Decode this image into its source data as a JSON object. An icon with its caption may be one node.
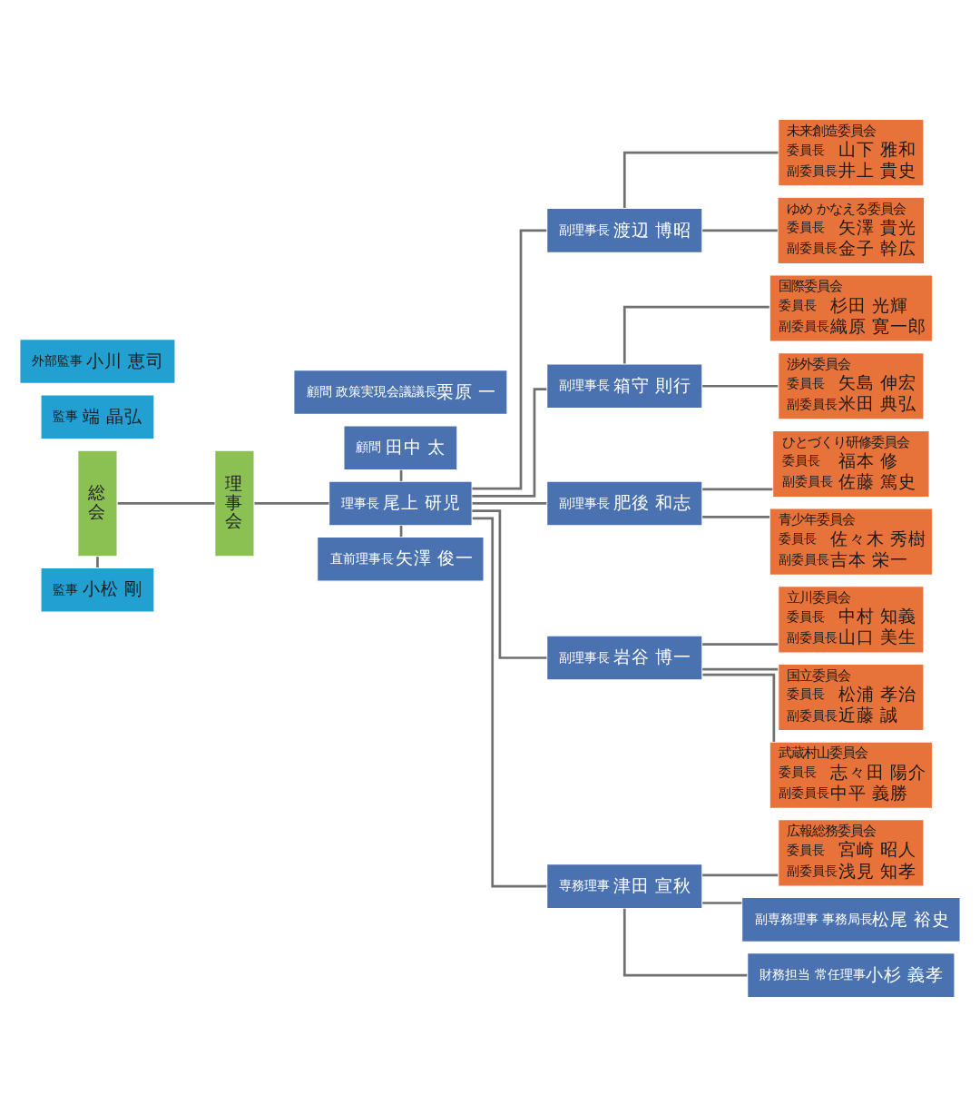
{
  "diagram": {
    "nodes": [
      {
        "text": [
          "総会"
        ]
      },
      {
        "text": [
          "理事会"
        ]
      },
      {
        "text": [
          "顧問 政策実現会議議長",
          "栗原 一"
        ]
      },
      {
        "text": [
          "顧問",
          "田中 太"
        ]
      },
      {
        "text": [
          "理事長",
          "尾上 研児"
        ]
      },
      {
        "text": [
          "直前理事長",
          "矢澤 俊一"
        ]
      },
      {
        "text": [
          "監事",
          "小松 剛"
        ]
      },
      {
        "text": [
          "監事",
          "端 晶弘"
        ]
      },
      {
        "text": [
          "外部監事",
          "小川 恵司"
        ]
      },
      {
        "text": [
          "副理事長",
          "渡辺 博昭"
        ]
      },
      {
        "text": [
          "未来創造委員会",
          "委員長",
          "山下 雅和",
          "副委員長",
          "井上 貴史"
        ]
      },
      {
        "text": [
          "ゆめ かなえる委員会",
          "委員長",
          "矢澤 貴光",
          "副委員長",
          "金子 幹広"
        ]
      },
      {
        "text": [
          "副理事長",
          "箱守 則行"
        ]
      },
      {
        "text": [
          "国際委員会",
          "委員長",
          "杉田 光輝",
          "副委員長",
          "織原 寛一郎"
        ]
      },
      {
        "text": [
          "渉外委員会",
          "委員長",
          "矢島 伸宏",
          "副委員長",
          "米田 典弘"
        ]
      },
      {
        "text": [
          "副理事長",
          "肥後 和志"
        ]
      },
      {
        "text": [
          "ひとづくり研修委員会",
          "委員長",
          "福本 修",
          "副委員長",
          "佐藤 篤史"
        ]
      },
      {
        "text": [
          "青少年委員会",
          "委員長",
          "佐々木 秀樹",
          "副委員長",
          "吉本 栄一"
        ]
      },
      {
        "text": [
          "副理事長",
          "岩谷 博一"
        ]
      },
      {
        "text": [
          "立川委員会",
          "委員長",
          "中村 知義",
          "副委員長",
          "山口 美生"
        ]
      },
      {
        "text": [
          "国立委員会",
          "委員長",
          "松浦 孝治",
          "副委員長",
          "近藤 誠"
        ]
      },
      {
        "text": [
          "武蔵村山委員会",
          "委員長",
          "志々田 陽介",
          "副委員長",
          "中平 義勝"
        ]
      },
      {
        "text": [
          "専務理事",
          "津田 宣秋"
        ]
      },
      {
        "text": [
          "広報総務委員会",
          "委員長",
          "宮崎 昭人",
          "副委員長",
          "浅見 知孝"
        ]
      },
      {
        "text": [
          "副専務理事 事務局長",
          "松尾 裕史"
        ]
      },
      {
        "text": [
          "財務担当 常任理事",
          "小杉 義孝"
        ]
      }
    ],
    "edges": [
      {
        "from": 0,
        "to": 1,
        "arrow": "none"
      },
      {
        "from": 0,
        "to": 6,
        "arrow": "none"
      },
      {
        "from": 1,
        "to": 4,
        "arrow": "none"
      },
      {
        "from": 3,
        "to": 4,
        "arrow": "none"
      },
      {
        "from": 4,
        "to": 5,
        "arrow": "none"
      },
      {
        "from": 4,
        "to": 9,
        "arrow": "none"
      },
      {
        "from": 4,
        "to": 12,
        "arrow": "none"
      },
      {
        "from": 4,
        "to": 15,
        "arrow": "none"
      },
      {
        "from": 4,
        "to": 18,
        "arrow": "none"
      },
      {
        "from": 4,
        "to": 22,
        "arrow": "none"
      },
      {
        "from": 9,
        "to": 10,
        "arrow": "none"
      },
      {
        "from": 9,
        "to": 11,
        "arrow": "none"
      },
      {
        "from": 12,
        "to": 13,
        "arrow": "none"
      },
      {
        "from": 12,
        "to": 14,
        "arrow": "none"
      },
      {
        "from": 15,
        "to": 16,
        "arrow": "none"
      },
      {
        "from": 15,
        "to": 17,
        "arrow": "none"
      },
      {
        "from": 18,
        "to": 19,
        "arrow": "none"
      },
      {
        "from": 18,
        "to": 20,
        "arrow": "none"
      },
      {
        "from": 18,
        "to": 21,
        "arrow": "none"
      },
      {
        "from": 22,
        "to": 23,
        "arrow": "none"
      },
      {
        "from": 22,
        "to": 24,
        "arrow": "none"
      },
      {
        "from": 22,
        "to": 25,
        "arrow": "none"
      }
    ]
  }
}
